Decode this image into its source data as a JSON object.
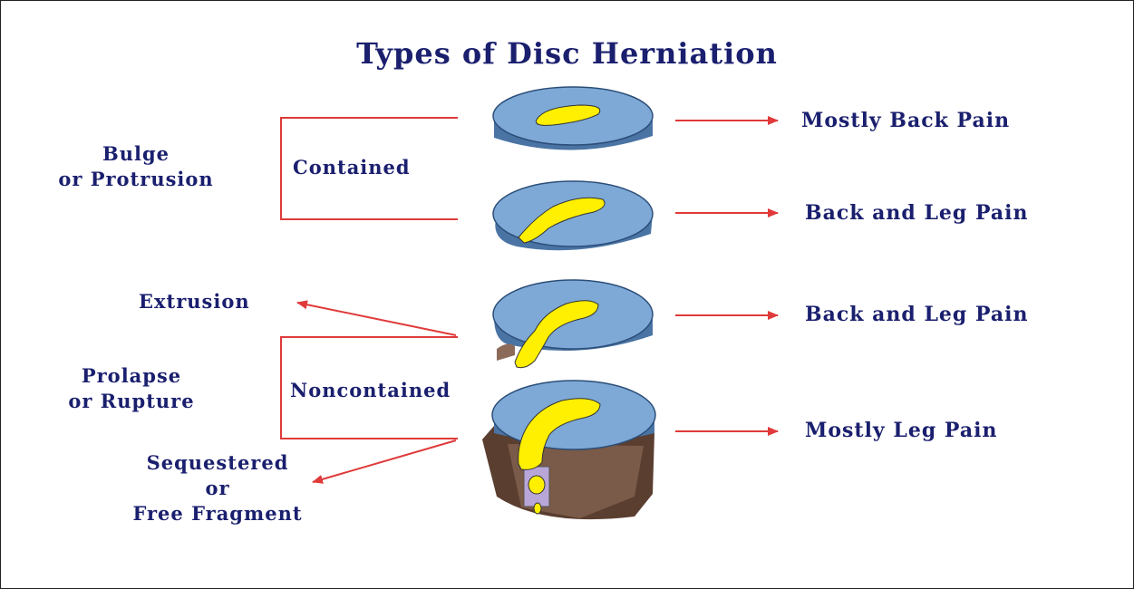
{
  "title": "Types of Disc Herniation",
  "labels": {
    "bulge_line1": "Bulge",
    "bulge_line2": "or Protrusion",
    "contained": "Contained",
    "extrusion": "Extrusion",
    "prolapse_line1": "Prolapse",
    "prolapse_line2": "or Rupture",
    "noncontained": "Noncontained",
    "sequestered_line1": "Sequestered",
    "sequestered_line2": "or",
    "sequestered_line3": "Free Fragment"
  },
  "outcomes": [
    "Mostly Back Pain",
    "Back and Leg Pain",
    "Back and Leg Pain",
    "Mostly Leg Pain"
  ],
  "colors": {
    "text": "#1a1f6e",
    "bracket": "#e03a3a",
    "arrow": "#e03a3a",
    "disc_blue": "#6f9fcf",
    "nucleus_yellow": "#ffef00",
    "bone_brown": "#6b4a3a"
  }
}
